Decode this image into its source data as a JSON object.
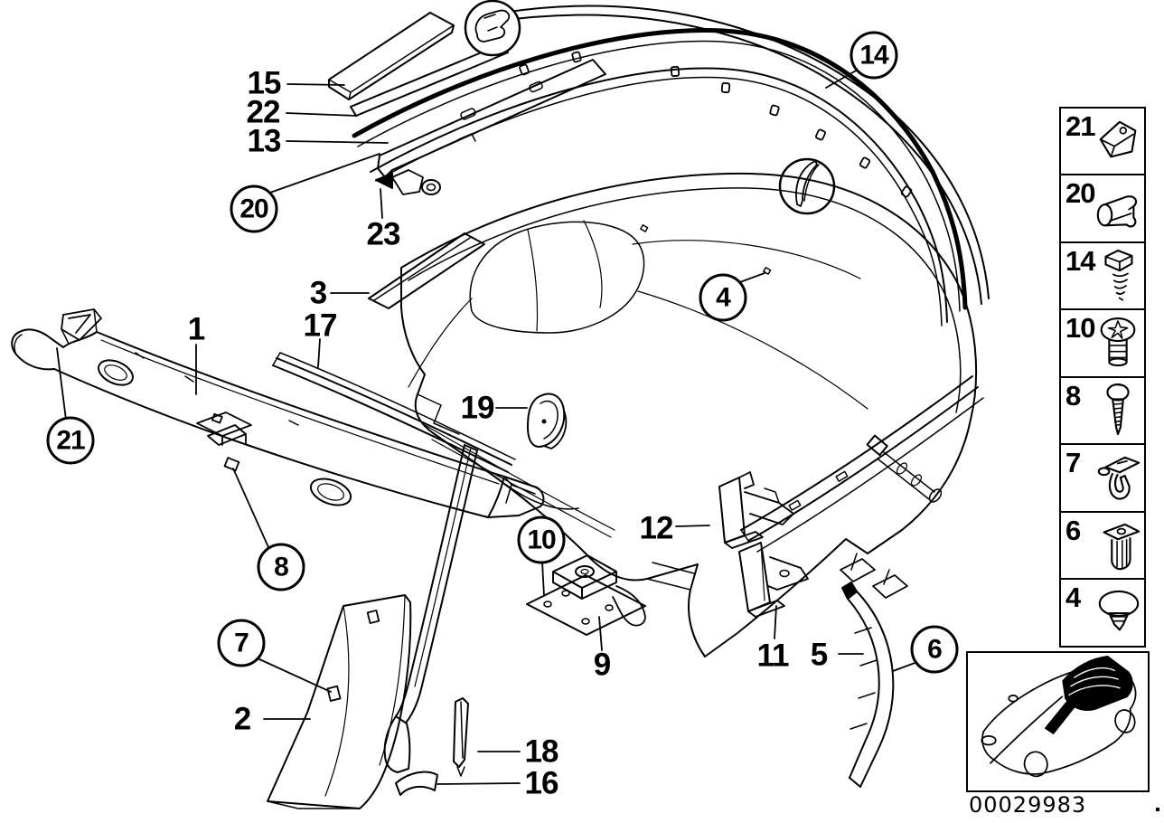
{
  "page": {
    "background": "#ffffff",
    "line_color": "#000000"
  },
  "callouts": {
    "p1": {
      "label": "1",
      "circled": false
    },
    "p2": {
      "label": "2",
      "circled": false
    },
    "p3": {
      "label": "3",
      "circled": false
    },
    "p4": {
      "label": "4",
      "circled": true
    },
    "p5": {
      "label": "5",
      "circled": false
    },
    "p6": {
      "label": "6",
      "circled": true
    },
    "p7": {
      "label": "7",
      "circled": true
    },
    "p8": {
      "label": "8",
      "circled": true
    },
    "p9": {
      "label": "9",
      "circled": false
    },
    "p10": {
      "label": "10",
      "circled": true
    },
    "p11": {
      "label": "11",
      "circled": false
    },
    "p12": {
      "label": "12",
      "circled": false
    },
    "p13": {
      "label": "13",
      "circled": false
    },
    "p14": {
      "label": "14",
      "circled": true
    },
    "p15": {
      "label": "15",
      "circled": false
    },
    "p16": {
      "label": "16",
      "circled": false
    },
    "p17": {
      "label": "17",
      "circled": false
    },
    "p18": {
      "label": "18",
      "circled": false
    },
    "p19": {
      "label": "19",
      "circled": false
    },
    "p20": {
      "label": "20",
      "circled": true
    },
    "p21": {
      "label": "21",
      "circled": true
    },
    "p22": {
      "label": "22",
      "circled": false
    },
    "p23": {
      "label": "23",
      "circled": false
    }
  },
  "legend": {
    "items": [
      {
        "number": "21",
        "icon": "retainer-clip"
      },
      {
        "number": "20",
        "icon": "clamp-sleeve"
      },
      {
        "number": "14",
        "icon": "hex-head-screw"
      },
      {
        "number": "10",
        "icon": "phillips-oval-head-screw"
      },
      {
        "number": "8",
        "icon": "self-tapping-screw"
      },
      {
        "number": "7",
        "icon": "hook-clip"
      },
      {
        "number": "6",
        "icon": "expansion-rivet"
      },
      {
        "number": "4",
        "icon": "push-button-rivet"
      }
    ]
  },
  "thumbnail": {
    "document_number": "00029983"
  }
}
